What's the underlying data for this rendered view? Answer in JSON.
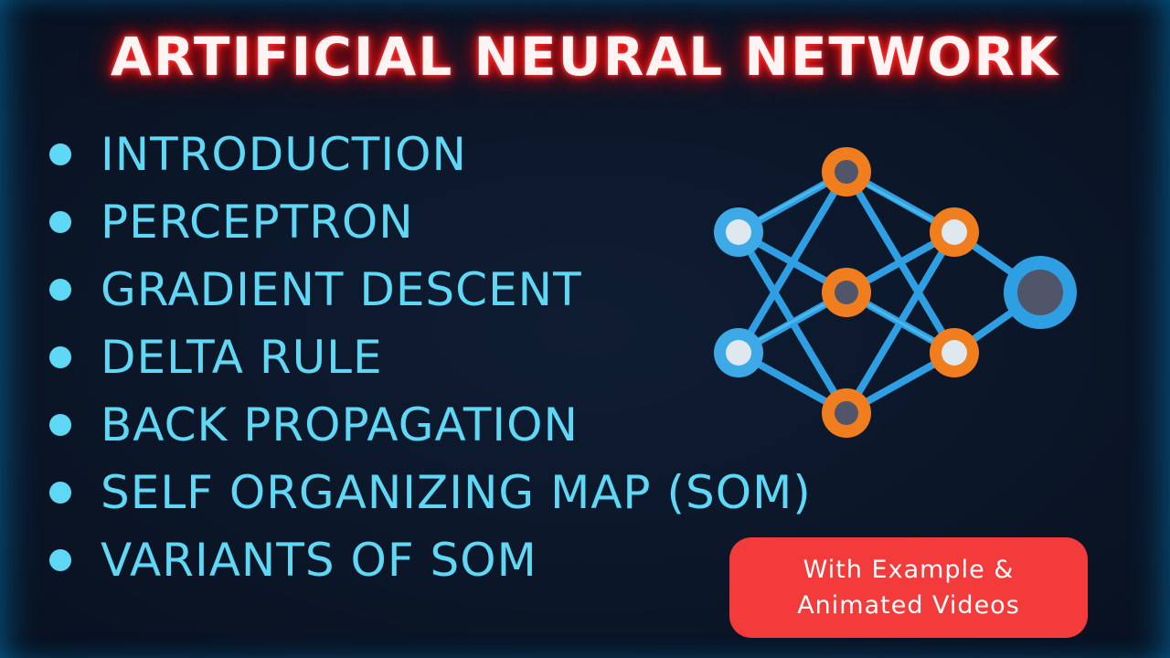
{
  "title": "ARTIFICIAL NEURAL NETWORK",
  "topics": [
    "INTRODUCTION",
    "PERCEPTRON",
    "GRADIENT DESCENT",
    "DELTA RULE",
    "BACK PROPAGATION",
    "SELF ORGANIZING MAP (SOM)",
    "VARIANTS OF SOM"
  ],
  "badge": {
    "line1": "With Example &",
    "line2": "Animated Videos"
  },
  "icons": {
    "network": "neural-network-icon",
    "bullet": "bullet-dot-icon"
  },
  "colors": {
    "background": "#0b1628",
    "title_glow": "#ff2a2a",
    "topic_text": "#5fd8f5",
    "badge_bg": "#f43b3b",
    "node_input": "#3da9e6",
    "node_hidden": "#f07e1e",
    "node_output": "#2f9fe3",
    "connection": "#2f9fe3"
  }
}
